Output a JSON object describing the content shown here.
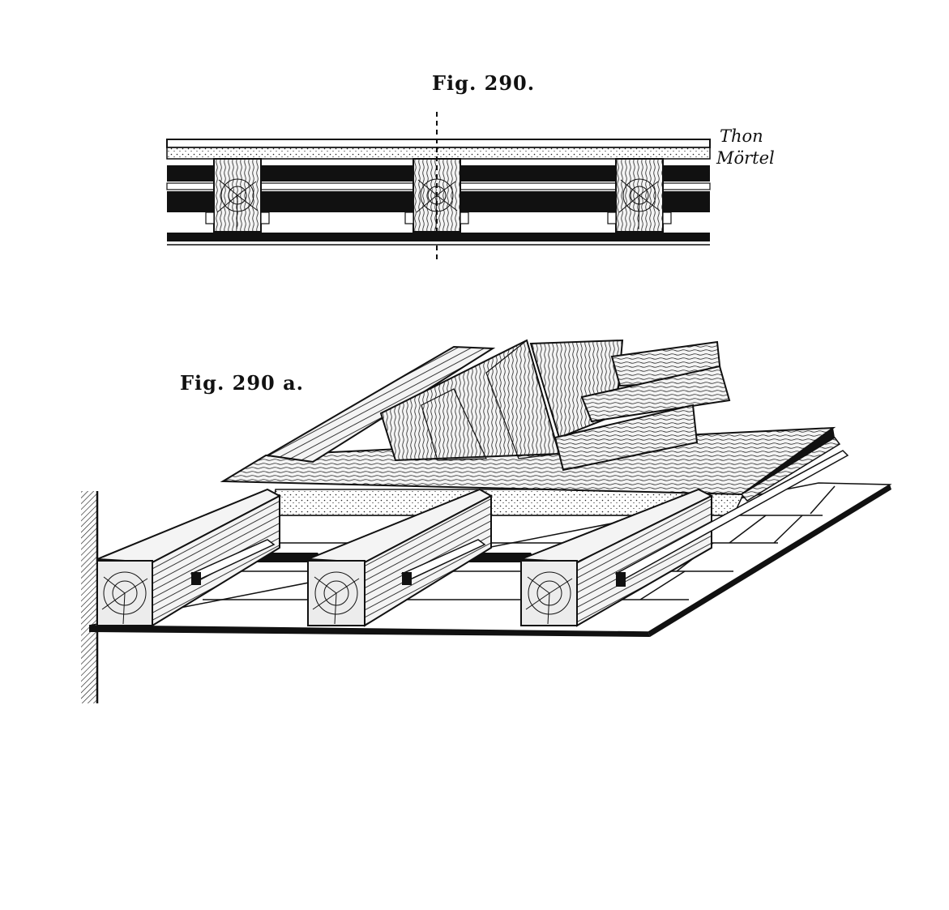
{
  "figures": {
    "fig290": {
      "caption": "Fig. 290.",
      "labels": {
        "thon": "Thon",
        "moertel": "Mörtel"
      }
    },
    "fig290a": {
      "caption": "Fig. 290 a."
    }
  },
  "colors": {
    "ink": "#111111",
    "paper": "#ffffff",
    "clay_fill": "#e9e9e9",
    "wood_fill": "#f4f4f4"
  }
}
